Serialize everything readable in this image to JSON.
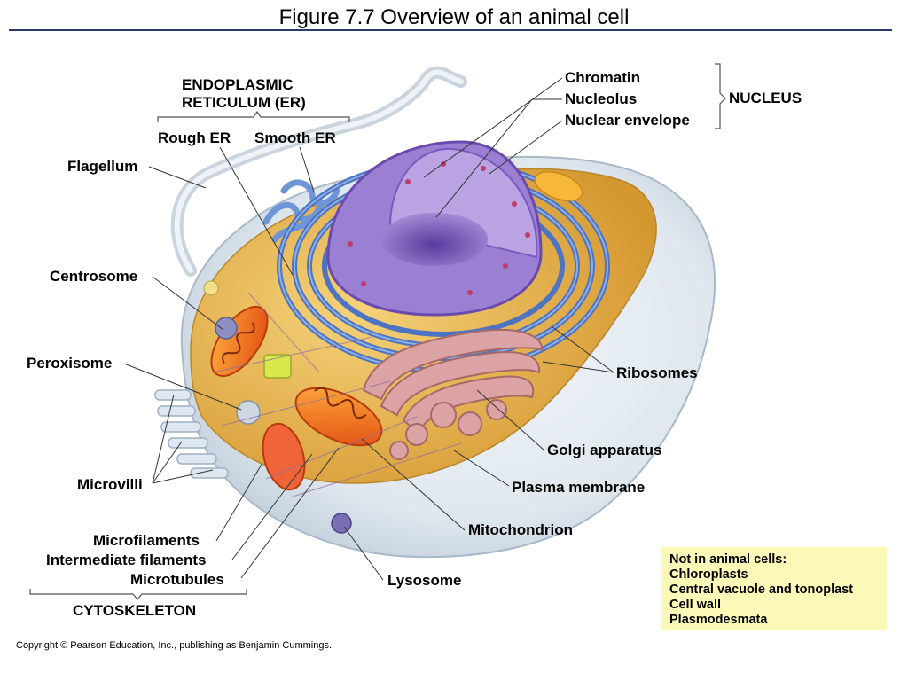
{
  "title": "Figure 7.7  Overview of an animal cell",
  "labels": {
    "er_heading_line1": "ENDOPLASMIC",
    "er_heading_line2": "RETICULUM (ER)",
    "rough_er": "Rough ER",
    "smooth_er": "Smooth ER",
    "flagellum": "Flagellum",
    "centrosome": "Centrosome",
    "peroxisome": "Peroxisome",
    "microvilli": "Microvilli",
    "microfilaments": "Microfilaments",
    "intermediate_filaments": "Intermediate filaments",
    "microtubules": "Microtubules",
    "cytoskeleton": "CYTOSKELETON",
    "chromatin": "Chromatin",
    "nucleolus": "Nucleolus",
    "nuclear_envelope": "Nuclear envelope",
    "nucleus": "NUCLEUS",
    "ribosomes": "Ribosomes",
    "golgi": "Golgi apparatus",
    "plasma_membrane": "Plasma membrane",
    "mitochondrion": "Mitochondrion",
    "lysosome": "Lysosome"
  },
  "note": {
    "heading": "Not in animal cells:",
    "items": [
      "Chloroplasts",
      "Central vacuole and tonoplast",
      "Cell wall",
      "Plasmodesmata"
    ]
  },
  "copyright": "Copyright © Pearson Education, Inc., publishing as Benjamin Cummings.",
  "colors": {
    "cytoplasm": "#e0a83a",
    "er": "#5a7fc7",
    "nucleus": "#8a63c4",
    "golgi": "#d9a0a0",
    "mitochondrion": "#f07a22",
    "note_bg": "#fcf8b8",
    "rule": "#2b3a6b"
  }
}
